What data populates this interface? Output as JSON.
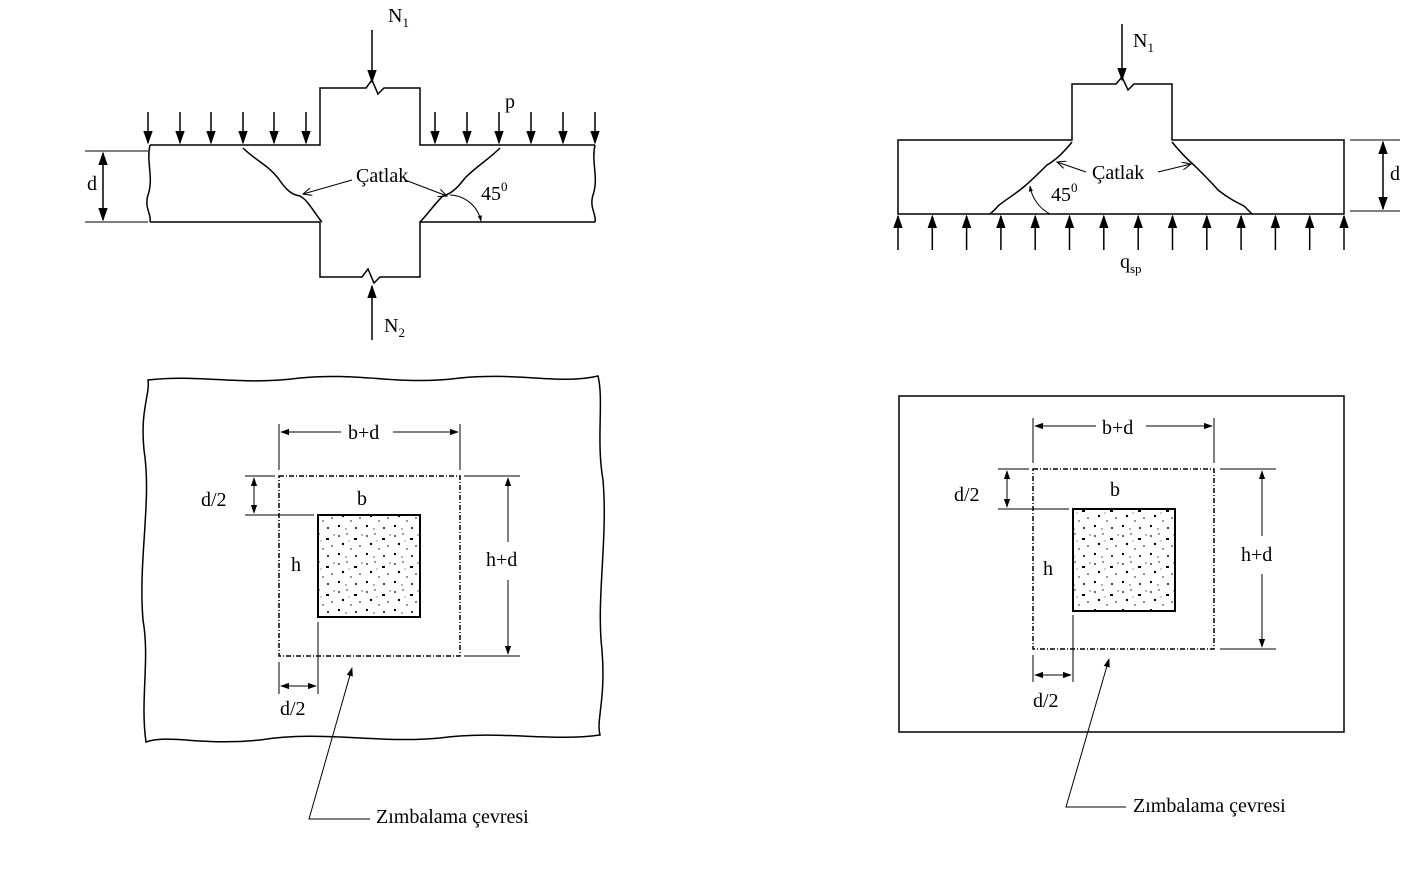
{
  "left_section": {
    "load_top": "N",
    "load_top_sub": "1",
    "load_bottom": "N",
    "load_bottom_sub": "2",
    "distributed_load": "p",
    "thickness": "d",
    "crack": "Çatlak",
    "angle": "45",
    "angle_sup": "0"
  },
  "right_section": {
    "load_top": "N",
    "load_top_sub": "1",
    "soil_pressure": "q",
    "soil_pressure_sub": "sp",
    "thickness": "d",
    "crack": "Çatlak",
    "angle": "45",
    "angle_sup": "0"
  },
  "left_plan": {
    "width_total": "b+d",
    "height_total": "h+d",
    "half_d_top": "d/2",
    "half_d_bottom": "d/2",
    "col_b": "b",
    "col_h": "h",
    "perimeter_label": "Zımbalama çevresi"
  },
  "right_plan": {
    "width_total": "b+d",
    "height_total": "h+d",
    "half_d_top": "d/2",
    "half_d_bottom": "d/2",
    "col_b": "b",
    "col_h": "h",
    "perimeter_label": "Zımbalama çevresi"
  }
}
